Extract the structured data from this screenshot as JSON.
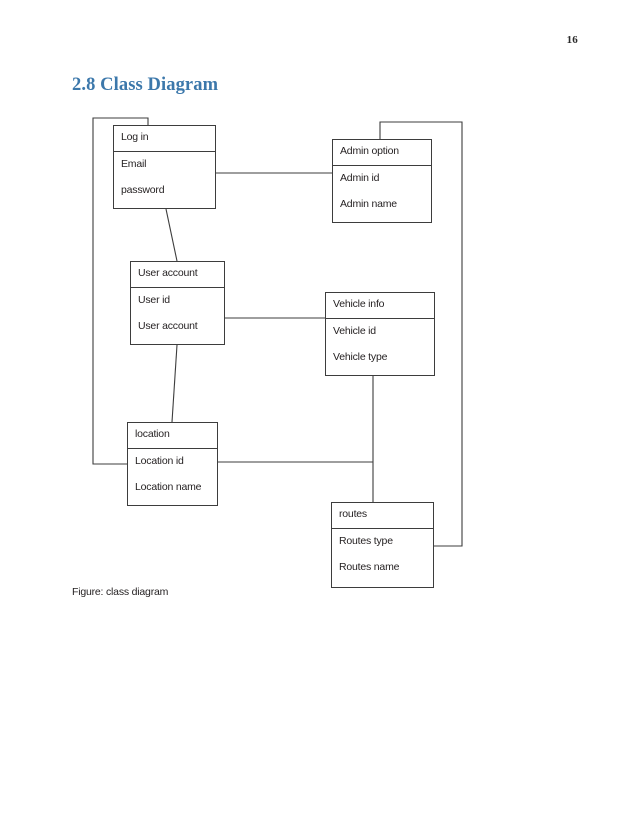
{
  "document": {
    "page_number": "16",
    "section_heading": "2.8 Class Diagram",
    "figure_caption": "Figure: class diagram",
    "heading_color": "#3c78ab",
    "line_color": "#3d3d3d",
    "background_color": "#ffffff"
  },
  "diagram": {
    "type": "uml-class-diagram",
    "classes": [
      {
        "id": "login",
        "name": "Log in",
        "attributes": [
          "Email",
          "password"
        ]
      },
      {
        "id": "admin_option",
        "name": "Admin option",
        "attributes": [
          "Admin id",
          "Admin name"
        ]
      },
      {
        "id": "user_account",
        "name": "User account",
        "attributes": [
          "User id",
          "User account"
        ]
      },
      {
        "id": "vehicle_info",
        "name": "Vehicle info",
        "attributes": [
          "Vehicle id",
          "Vehicle type"
        ]
      },
      {
        "id": "location",
        "name": "location",
        "attributes": [
          "Location id",
          "Location name"
        ]
      },
      {
        "id": "routes",
        "name": "routes",
        "attributes": [
          "Routes type",
          "Routes name"
        ]
      }
    ],
    "associations": [
      {
        "from": "login",
        "to": "admin_option"
      },
      {
        "from": "login",
        "to": "user_account"
      },
      {
        "from": "user_account",
        "to": "vehicle_info"
      },
      {
        "from": "user_account",
        "to": "location"
      },
      {
        "from": "location",
        "to": "routes"
      },
      {
        "from": "vehicle_info",
        "to": "routes"
      },
      {
        "from": "login",
        "to": "location"
      },
      {
        "from": "admin_option",
        "to": "routes"
      }
    ]
  }
}
